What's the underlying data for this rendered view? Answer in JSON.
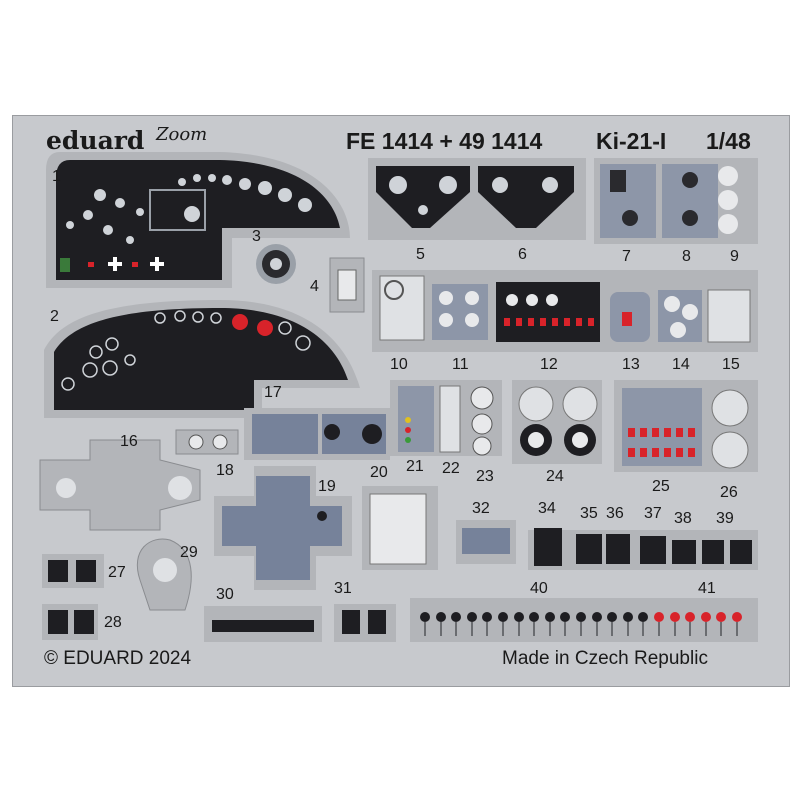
{
  "brand": {
    "logo": "eduard",
    "sub_logo": "Zoom"
  },
  "header": {
    "code": "FE 1414 + 49 1414",
    "model": "Ki-21-I",
    "scale": "1/48"
  },
  "footer": {
    "copyright": "© EDUARD 2024",
    "origin": "Made in Czech Republic"
  },
  "part_numbers": [
    "1",
    "2",
    "3",
    "4",
    "5",
    "6",
    "7",
    "8",
    "9",
    "10",
    "11",
    "12",
    "13",
    "14",
    "15",
    "16",
    "17",
    "18",
    "19",
    "20",
    "21",
    "22",
    "23",
    "24",
    "25",
    "26",
    "27",
    "28",
    "29",
    "30",
    "31",
    "32",
    "34",
    "35",
    "36",
    "37",
    "38",
    "39",
    "40",
    "41"
  ],
  "colors": {
    "fret": "#c7c9cd",
    "panel_black": "#1e1e22",
    "panel_grey": "#8d96a8",
    "panel_blue": "#76829a",
    "red_knob": "#d8232a"
  }
}
